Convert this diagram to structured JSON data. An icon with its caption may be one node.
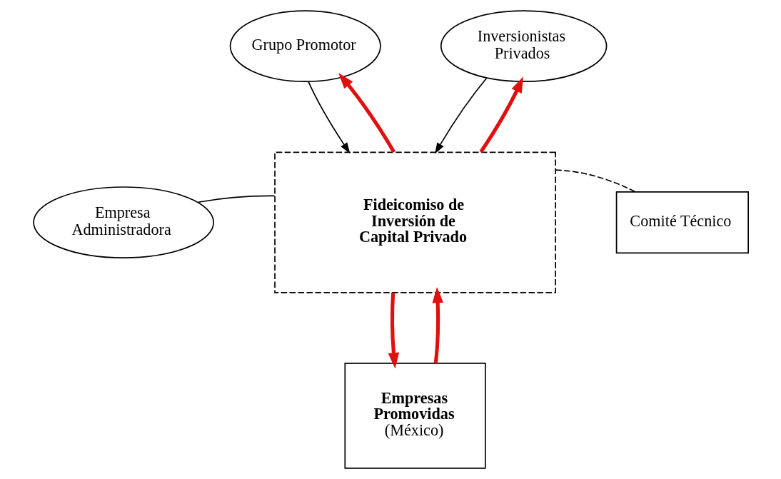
{
  "diagram": {
    "nodes": [
      {
        "text": [
          "Grupo Promotor"
        ]
      },
      {
        "text": [
          "Inversionistas Privados"
        ]
      },
      {
        "text": [
          "Empresa Administradora"
        ]
      },
      {
        "text": [
          "Fideicomiso de Inversión de Capital Privado"
        ]
      },
      {
        "text": [
          "Comité Técnico"
        ]
      },
      {
        "text": [
          "Empresas Promovidas",
          "(México)"
        ]
      }
    ],
    "edges": [
      {
        "from": 0,
        "to": 3,
        "arrow": "to"
      },
      {
        "from": 3,
        "to": 0,
        "arrow": "to",
        "style": "thick",
        "color": "#e01010"
      },
      {
        "from": 1,
        "to": 3,
        "arrow": "to"
      },
      {
        "from": 3,
        "to": 1,
        "arrow": "to",
        "style": "thick",
        "color": "#e01010"
      },
      {
        "from": 2,
        "to": 3,
        "arrow": "none"
      },
      {
        "from": 3,
        "to": 4,
        "arrow": "none",
        "style": "dashed"
      },
      {
        "from": 3,
        "to": 5,
        "arrow": "to",
        "style": "thick",
        "color": "#e01010"
      },
      {
        "from": 5,
        "to": 3,
        "arrow": "to",
        "style": "thick",
        "color": "#e01010"
      }
    ]
  }
}
